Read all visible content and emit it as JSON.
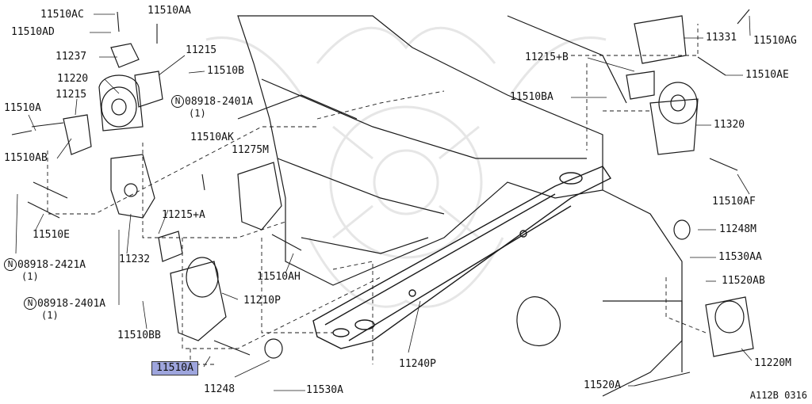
{
  "diagram_code": "A112B 0316",
  "selected_part": "11510A",
  "accent_color": "#9ea5dd",
  "note_symbol": "N",
  "labels": {
    "p11510AC": "11510AC",
    "p11510AA": "11510AA",
    "p11510AD": "11510AD",
    "p11237": "11237",
    "p11215_top": "11215",
    "p11220": "11220",
    "p11510B": "11510B",
    "p11510A_left": "11510A",
    "p11215_left": "11215",
    "p11510AB": "11510AB",
    "p11510E": "11510E",
    "n08918_2421A": "08918-2421A",
    "n08918_2421A_qty": "(1)",
    "n08918_2401A_top": "08918-2401A",
    "n08918_2401A_top_qty": "(1)",
    "p11510AK": "11510AK",
    "p11275M": "11275M",
    "p11215A": "11215+A",
    "p11232": "11232",
    "n08918_2401A_bottom": "08918-2401A",
    "n08918_2401A_bottom_qty": "(1)",
    "p11510BB": "11510BB",
    "p11510A_selected": "11510A",
    "p11210P": "11210P",
    "p11510AH": "11510AH",
    "p11248": "11248",
    "p11530A": "11530A",
    "p11240P": "11240P",
    "p11510AG": "11510AG",
    "p11331": "11331",
    "p11215B": "11215+B",
    "p11510AE": "11510AE",
    "p11510BA": "11510BA",
    "p11320": "11320",
    "p11510AF": "11510AF",
    "p11248M": "11248M",
    "p11530AA": "11530AA",
    "p11520AB": "11520AB",
    "p11220M": "11220M",
    "p11520A": "11520A"
  }
}
